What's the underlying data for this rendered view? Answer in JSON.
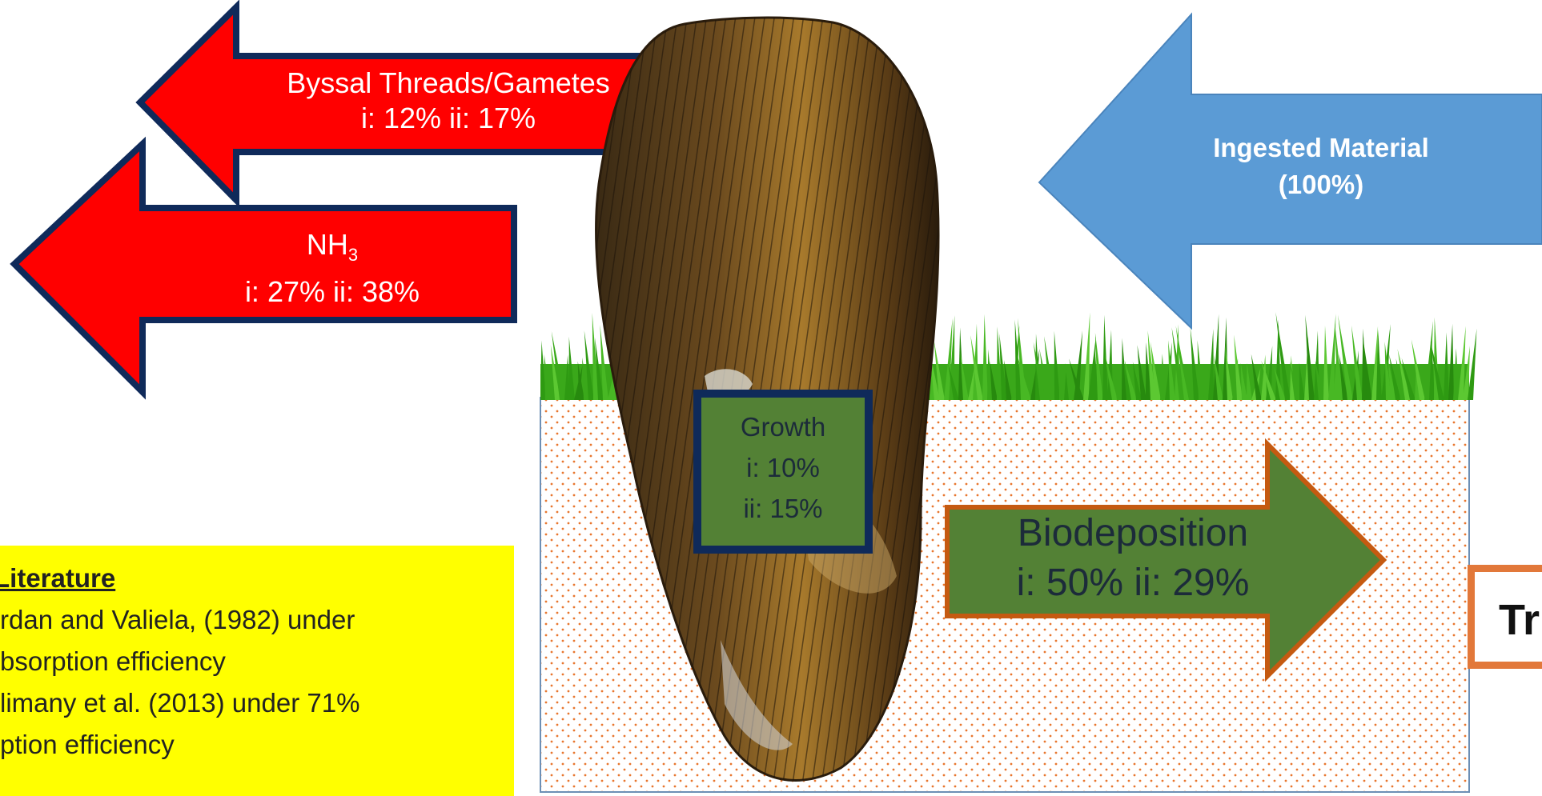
{
  "arrows": {
    "byssal": {
      "line1": "Byssal Threads/Gametes",
      "line2": "i: 12%  ii: 17%"
    },
    "nh3": {
      "main": "NH",
      "sub": "3",
      "line2": "i: 27%  ii: 38%"
    },
    "ingested": {
      "line1": "Ingested Material",
      "line2": "(100%)"
    },
    "biodeposition": {
      "line1": "Biodeposition",
      "line2": "i: 50%  ii: 29%"
    }
  },
  "growth": {
    "line1": "Growth",
    "line2": "i: 10%",
    "line3": "ii: 15%"
  },
  "legend": {
    "heading": "Literature",
    "lines": [
      "rdan and Valiela, (1982) under",
      "bsorption efficiency",
      "limany et al. (2013) under 71%",
      "ption efficiency"
    ]
  },
  "cut_box": {
    "text": "Tr"
  },
  "colors": {
    "red_arrow": "#ff0000",
    "arrow_outline": "#0f2a5a",
    "blue_arrow": "#5b9bd5",
    "green_box": "#538135",
    "orange_outline": "#c55a11",
    "legend_bg": "#ffff00",
    "grass": "#3aa81a",
    "dots": "#e8762e"
  },
  "icons": [
    "mussel-shell-image",
    "grass-strip"
  ]
}
